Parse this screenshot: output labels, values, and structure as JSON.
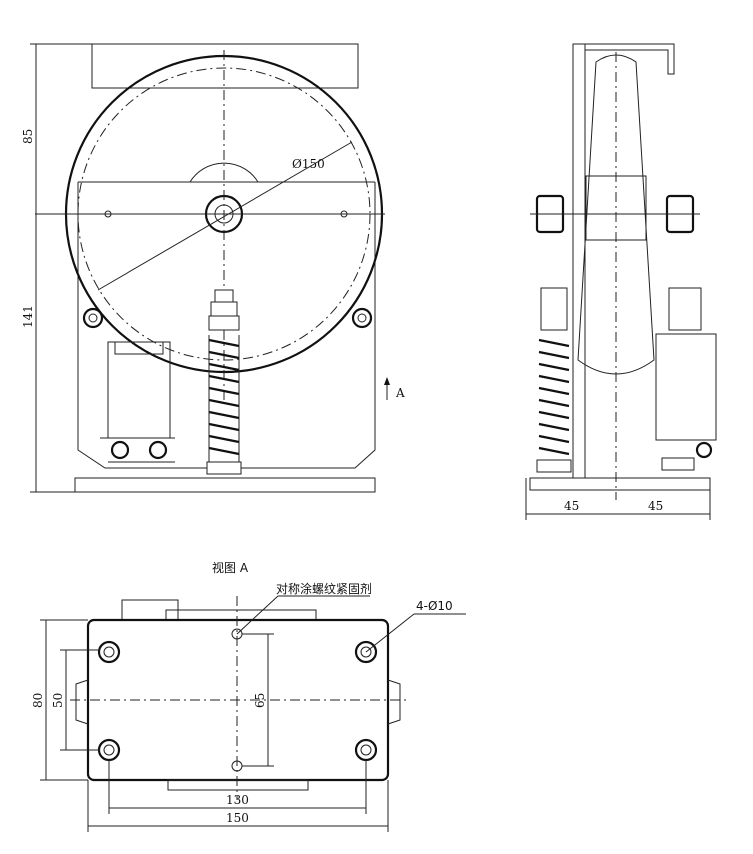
{
  "front_view": {
    "dim_height_top": "85",
    "dim_height_bottom": "141",
    "dim_diameter": "Ø150",
    "arrow_label": "A"
  },
  "side_view": {
    "dim_left_width": "45",
    "dim_right_width": "45"
  },
  "view_a": {
    "title": "视图 A",
    "note_threadlocker": "对称涂螺纹紧固剂",
    "note_holes": "4-Ø10",
    "dim_height_outer": "80",
    "dim_height_inner": "50",
    "dim_hole_spacing_vertical": "65",
    "dim_hole_spacing_horizontal": "130",
    "dim_width_outer": "150"
  }
}
